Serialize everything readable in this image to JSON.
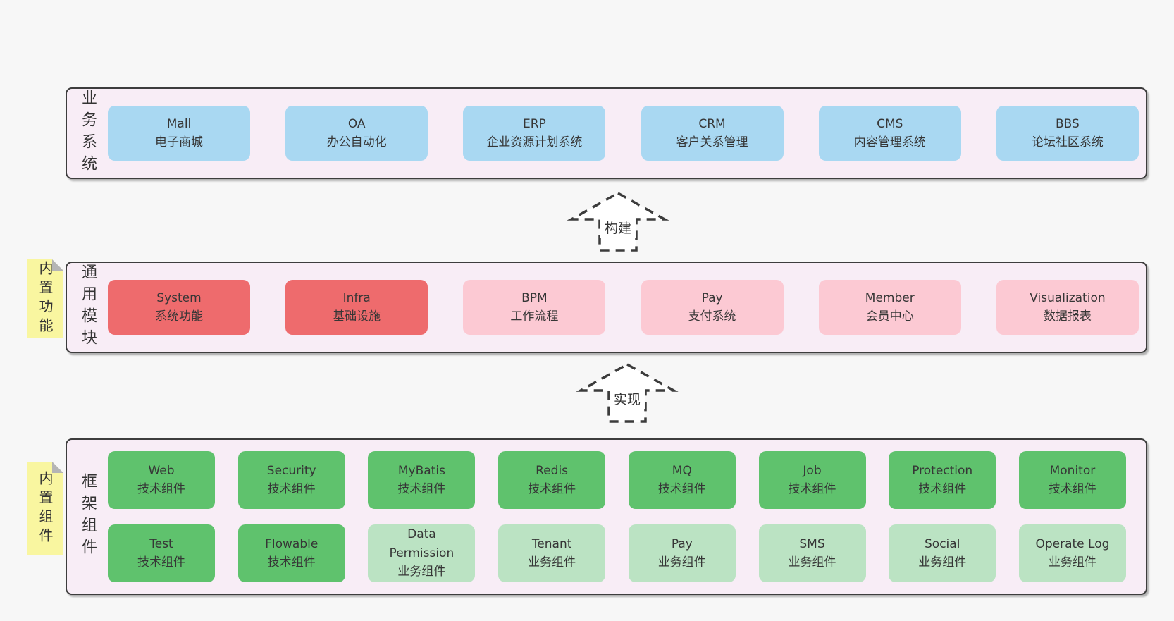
{
  "colors": {
    "page_bg": "#f7f7f7",
    "panel_bg": "#f8edf6",
    "panel_border": "#3d3d3d",
    "box_blue": "#a9d8f2",
    "box_red": "#ee6b6d",
    "box_pink": "#fcc9d3",
    "box_green_dark": "#5fc26d",
    "box_green_light": "#bbe3c3",
    "sticky_yellow": "#f9f6a0",
    "fold_gray": "#b5b5b5",
    "text": "#363636"
  },
  "business_layer": {
    "side_label": "业务系统",
    "boxes": [
      {
        "en": "Mall",
        "zh": "电子商城"
      },
      {
        "en": "OA",
        "zh": "办公自动化"
      },
      {
        "en": "ERP",
        "zh": "企业资源计划系统"
      },
      {
        "en": "CRM",
        "zh": "客户关系管理"
      },
      {
        "en": "CMS",
        "zh": "内容管理系统"
      },
      {
        "en": "BBS",
        "zh": "论坛社区系统"
      }
    ]
  },
  "arrows": {
    "build": "构建",
    "implement": "实现"
  },
  "modules_layer": {
    "sticky": "内置功能",
    "side_label": "通用模块",
    "boxes": [
      {
        "en": "System",
        "zh": "系统功能"
      },
      {
        "en": "Infra",
        "zh": "基础设施"
      },
      {
        "en": "BPM",
        "zh": "工作流程"
      },
      {
        "en": "Pay",
        "zh": "支付系统"
      },
      {
        "en": "Member",
        "zh": "会员中心"
      },
      {
        "en": "Visualization",
        "zh": "数据报表"
      }
    ]
  },
  "components_layer": {
    "sticky": "内置组件",
    "side_label": "框架组件",
    "row1": [
      {
        "en": "Web",
        "zh": "技术组件"
      },
      {
        "en": "Security",
        "zh": "技术组件"
      },
      {
        "en": "MyBatis",
        "zh": "技术组件"
      },
      {
        "en": "Redis",
        "zh": "技术组件"
      },
      {
        "en": "MQ",
        "zh": "技术组件"
      },
      {
        "en": "Job",
        "zh": "技术组件"
      },
      {
        "en": "Protection",
        "zh": "技术组件"
      },
      {
        "en": "Monitor",
        "zh": "技术组件"
      }
    ],
    "row2": [
      {
        "en": "Test",
        "zh": "技术组件"
      },
      {
        "en": "Flowable",
        "zh": "技术组件"
      },
      {
        "en": "Data Permission",
        "zh": "业务组件"
      },
      {
        "en": "Tenant",
        "zh": "业务组件"
      },
      {
        "en": "Pay",
        "zh": "业务组件"
      },
      {
        "en": "SMS",
        "zh": "业务组件"
      },
      {
        "en": "Social",
        "zh": "业务组件"
      },
      {
        "en": "Operate Log",
        "zh": "业务组件"
      }
    ]
  }
}
